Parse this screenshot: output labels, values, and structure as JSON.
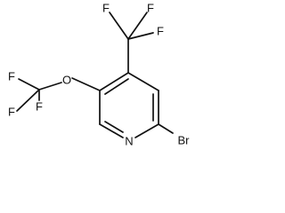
{
  "molecule": {
    "atoms": {
      "f_top_left": "F",
      "f_top_right_upper": "F",
      "f_top_right_lower": "F",
      "f_left_upper": "F",
      "f_left_middle": "F",
      "f_left_lower": "F",
      "oxygen": "O",
      "nitrogen": "N",
      "bromine": "Br"
    },
    "colors": {
      "bond": "#111111",
      "label": "#111111",
      "background": "#ffffff"
    }
  }
}
